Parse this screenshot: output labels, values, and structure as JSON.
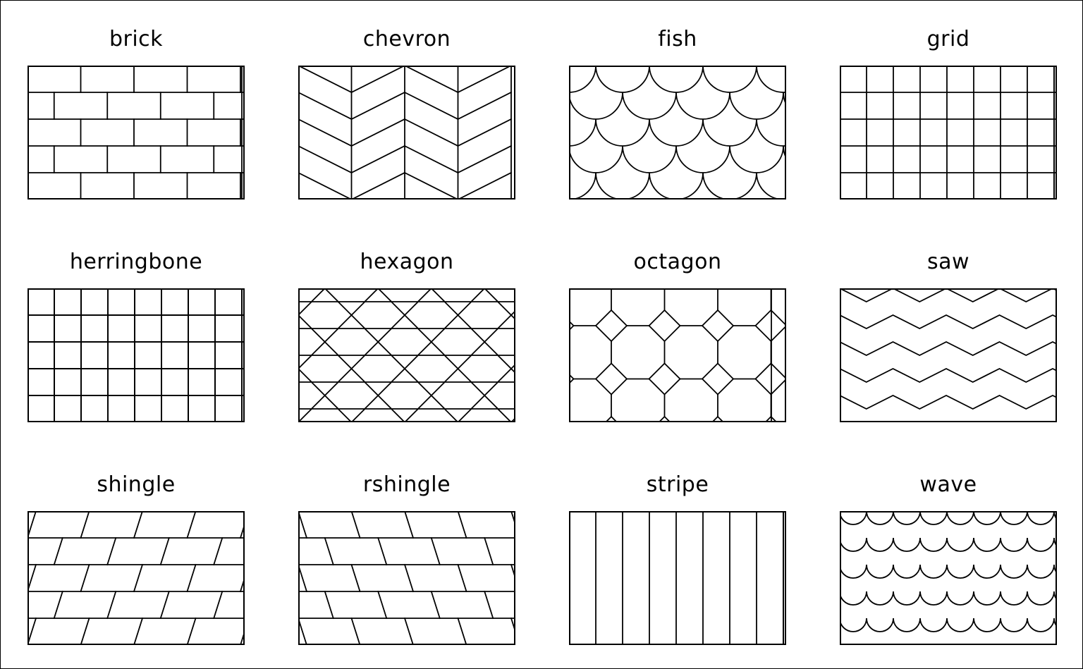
{
  "colors": {
    "stroke": "#000000",
    "background": "#ffffff"
  },
  "patterns": [
    {
      "id": "brick",
      "label": "brick"
    },
    {
      "id": "chevron",
      "label": "chevron"
    },
    {
      "id": "fish",
      "label": "fish"
    },
    {
      "id": "grid",
      "label": "grid"
    },
    {
      "id": "herringbone",
      "label": "herringbone"
    },
    {
      "id": "hexagon",
      "label": "hexagon"
    },
    {
      "id": "octagon",
      "label": "octagon"
    },
    {
      "id": "saw",
      "label": "saw"
    },
    {
      "id": "shingle",
      "label": "shingle"
    },
    {
      "id": "rshingle",
      "label": "rshingle"
    },
    {
      "id": "stripe",
      "label": "stripe"
    },
    {
      "id": "wave",
      "label": "wave"
    }
  ]
}
